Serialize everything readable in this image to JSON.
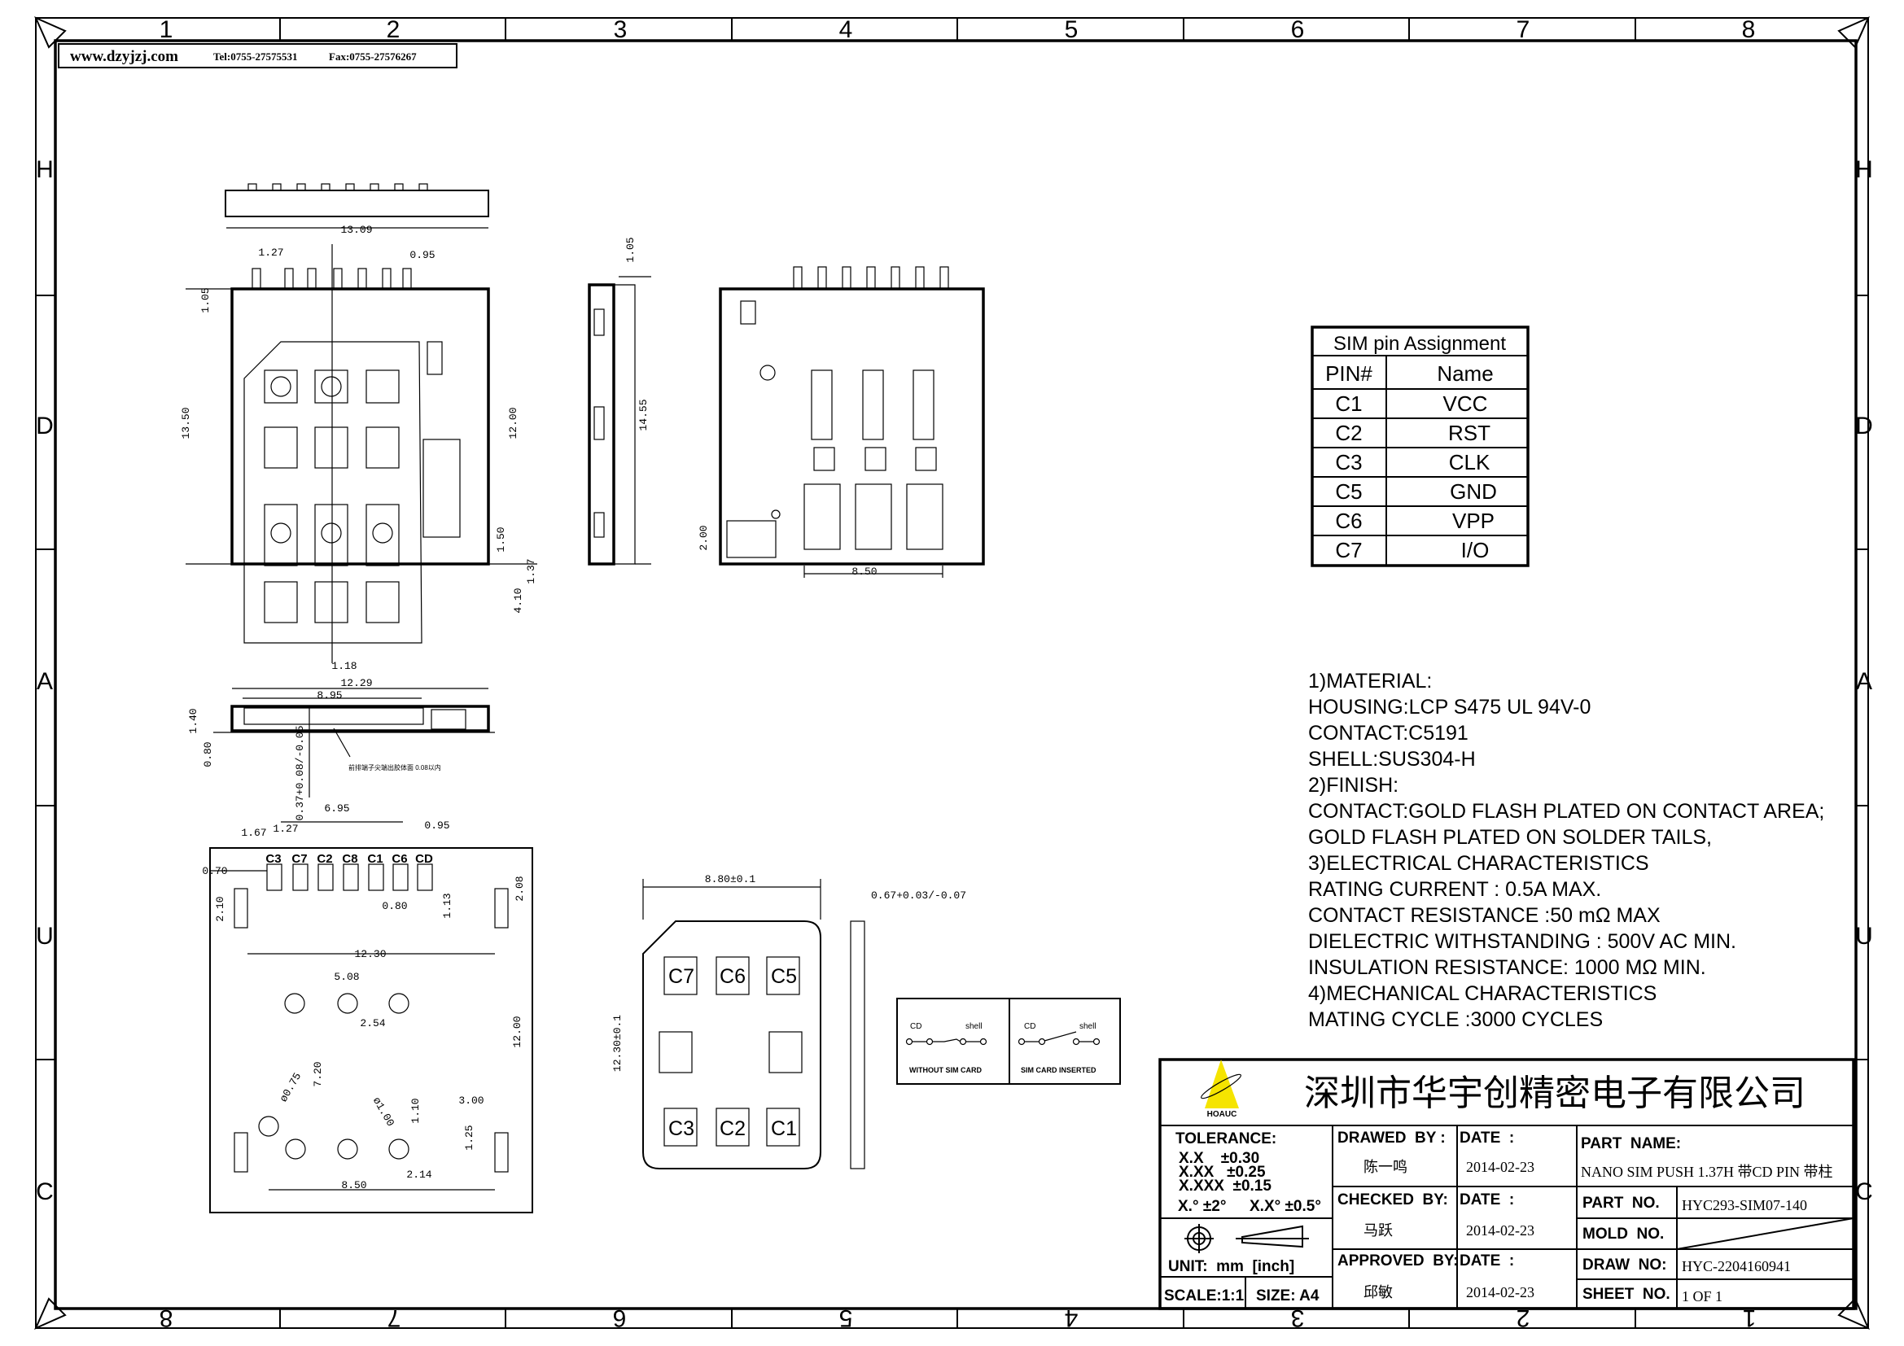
{
  "header": {
    "website": "www.dzyjzj.com",
    "tel": "Tel:0755-27575531",
    "fax": "Fax:0755-27576267"
  },
  "frame": {
    "columns_top": [
      "1",
      "2",
      "3",
      "4",
      "5",
      "6",
      "7",
      "8"
    ],
    "columns_bottom": [
      "8",
      "7",
      "6",
      "5",
      "4",
      "3",
      "2",
      "1"
    ],
    "rows": [
      "H",
      "D",
      "A",
      "U",
      "C"
    ]
  },
  "pin_table": {
    "title": "SIM  pin  Assignment",
    "headers": [
      "PIN#",
      "Name"
    ],
    "rows": [
      [
        "C1",
        "VCC"
      ],
      [
        "C2",
        "RST"
      ],
      [
        "C3",
        "CLK"
      ],
      [
        "C5",
        "GND"
      ],
      [
        "C6",
        "VPP"
      ],
      [
        "C7",
        "I/O"
      ]
    ]
  },
  "notes": [
    "1)MATERIAL:",
    " HOUSING:LCP S475 UL 94V-0",
    " CONTACT:C5191",
    " SHELL:SUS304-H",
    "2)FINISH:",
    "  CONTACT:GOLD FLASH PLATED ON CONTACT AREA;",
    "         GOLD FLASH PLATED ON SOLDER TAILS,",
    "3)ELECTRICAL CHARACTERISTICS",
    " RATING CURRENT : 0.5A MAX.",
    " CONTACT RESISTANCE :50 mΩ MAX",
    " DIELECTRIC WITHSTANDING : 500V AC MIN.",
    " INSULATION RESISTANCE: 1000 MΩ MIN.",
    "4)MECHANICAL CHARACTERISTICS",
    "  MATING CYCLE :3000 CYCLES"
  ],
  "switch_diagram": {
    "left": {
      "cd": "CD",
      "shell": "shell",
      "caption": "WITHOUT SIM CARD"
    },
    "right": {
      "cd": "CD",
      "shell": "shell",
      "caption": "SIM CARD INSERTED"
    }
  },
  "dims": {
    "top_width": "13.09",
    "top_pitch": "1.27",
    "top_pin": "0.95",
    "top_105": "1.05",
    "top_height": "13.50",
    "top_1200": "12.00",
    "top_150": "1.50",
    "top_137": "1.37",
    "top_410": "4.10",
    "top_118": "1.18",
    "side_105": "1.05",
    "side_1455": "14.55",
    "bot_200": "2.00",
    "bot_850": "8.50",
    "front_1229": "12.29",
    "front_895": "8.95",
    "front_140": "1.40",
    "front_080": "0.80",
    "front_037": "0.37+0.08/-0.05",
    "front_note": "前排端子尖端出胶体面 0.08以内",
    "pcb_695": "6.95",
    "pcb_167": "1.67",
    "pcb_127": "1.27",
    "pcb_095": "0.95",
    "pcb_070": "0.70",
    "pcb_210": "2.10",
    "pcb_080": "0.80",
    "pcb_113": "1.13",
    "pcb_208": "2.08",
    "pcb_1230": "12.30",
    "pcb_508": "5.08",
    "pcb_254": "2.54",
    "pcb_1200": "12.00",
    "pcb_720": "7.20",
    "pcb_d075": "ø0.75",
    "pcb_d100": "ø1.00",
    "pcb_110": "1.10",
    "pcb_300": "3.00",
    "pcb_125": "1.25",
    "pcb_214": "2.14",
    "pcb_850": "8.50",
    "card_w": "8.80±0.1",
    "card_h": "12.30±0.1",
    "card_t": "0.67+0.03/-0.07"
  },
  "pcb_pins": [
    "C3",
    "C7",
    "C2",
    "C8",
    "C1",
    "C6",
    "CD"
  ],
  "card_pins": {
    "top": [
      "C7",
      "C6",
      "C5"
    ],
    "bottom": [
      "C3",
      "C2",
      "C1"
    ]
  },
  "title_block": {
    "logo_text": "HOAUC",
    "company": "深圳市华宇创精密电子有限公司",
    "tolerance_label": "TOLERANCE:",
    "tolerances": [
      "X.X    ±0.30",
      "X.XX   ±0.25",
      "X.XXX  ±0.15"
    ],
    "angle_tol": [
      "X.° ±2°",
      "X.X° ±0.5°"
    ],
    "unit": "UNIT:  mm  [inch]",
    "scale": "SCALE:1:1",
    "size": "SIZE: A4",
    "drawed_by_label": "DRAWED  BY :",
    "drawed_by": "陈一鸣",
    "checked_by_label": "CHECKED  BY:",
    "checked_by": "马跃",
    "approved_by_label": "APPROVED  BY:",
    "approved_by": "邱敏",
    "date_label": "DATE  :",
    "dates": [
      "2014-02-23",
      "2014-02-23",
      "2014-02-23"
    ],
    "part_name_label": "PART  NAME:",
    "part_name": "NANO SIM PUSH 1.37H 带CD PIN 带柱",
    "part_no_label": "PART  NO.",
    "part_no": "HYC293-SIM07-140",
    "mold_no_label": "MOLD  NO.",
    "draw_no_label": "DRAW  NO:",
    "draw_no": "HYC-2204160941",
    "sheet_no_label": "SHEET  NO.",
    "sheet_no": "1 OF 1",
    "logo_color": "#f5e400"
  }
}
